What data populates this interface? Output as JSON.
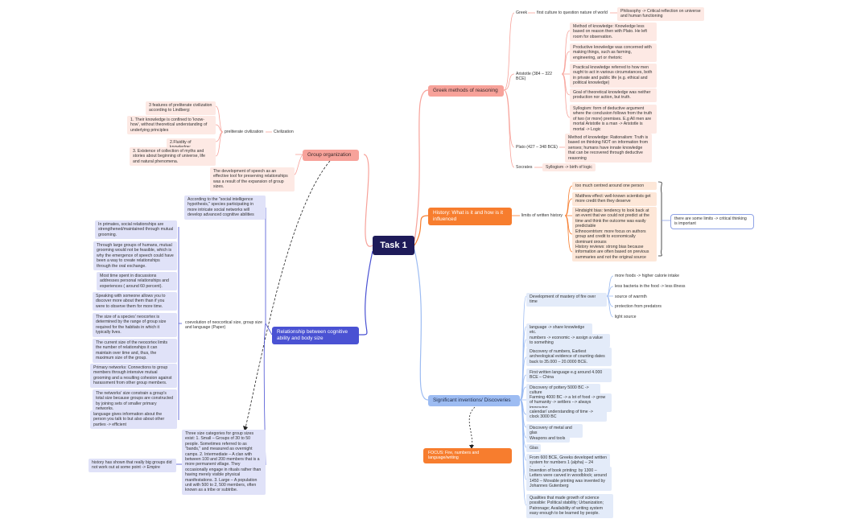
{
  "root": "Task 1",
  "greek": {
    "title": "Greek methods of reasoning",
    "greek_label": "Greek",
    "greek_child": "first culture to question nature of world",
    "greek_leaf": "Philosophy -> Critical reflection on universe and human functioning",
    "aristotle_label": "Aristotle (384 – 322 BCE)",
    "aristotle_items": [
      "Method of knowledge: Knowledge less based on reason then with Plato. He left room for observation.",
      "Productive knowledge was concerned with making things, such as farming, engineering, art or rhetoric",
      "Practical knowledge referred to how men ought to act in various circumstances, both in private and public life (e.g. ethical and political knowledge)",
      "Goal of theoretical knowledge was neither production nor action, but truth.",
      "Syllogism: form of deductive argument where the conclusion follows from the truth of two (or more) premises. E.g All men are mortal Aristotle is a man -> Aristotle is mortal -> Logic"
    ],
    "plato_label": "Plato (427 – 348 BCE)",
    "plato_item": "Method of knowledge: Rationalism: Truth is based on thinking NOT on information from senses; humans have innate knowledge that can be recovered through deductive reasoning",
    "socrates_label": "Socrates",
    "socrates_item": "Syllogism -> birth of logic"
  },
  "history": {
    "title": "History: What is it and how is it influenced",
    "limits_label": "limits of written history",
    "items": [
      "too much centred around one person",
      "Matthew effect: well-known scientists get more credit then they deserve",
      "Hindsight bias: tendency to look back at an event that we could not predict at the time and think the outcome was easily predictable",
      "Ethnocentrism: more focus on authors group and credit to economically dominant groups",
      "History reviews: strong bias because information are often based on previous summaries and not the original source"
    ],
    "note": "there are some limits -> critical thinking is important"
  },
  "inventions": {
    "title": "Significant inventions/ Discoveries",
    "fire_label": "Development of mastery of fire over time",
    "fire_items": [
      "more foods -> higher calorie intake",
      "less bacteria in the food -> less illness",
      "source of warmth",
      "protection from predators",
      "light source"
    ],
    "items": [
      "language -> share knowledge etc.",
      "numbers -> economic -> assign a value to something",
      "Discovery of numbers, Earliest archeological evidence of counting dates back to 35.000 – 20.0000 BCE.",
      "First written language e.g around 4.000 BCE – China",
      "Discovery of pottery  5000 BC -> culture",
      "Farming  4000 BC -> a lot of food -> grow of humanity -> settlers --> always improving",
      "calendar/ understanding of time -> clock 3000 BC",
      "Discovery of metal and glas",
      "Weapons and tools",
      "Glas",
      "From 600 BCE, Greeks developed written system for numbers 1 (alpha) – 24 (omega)",
      "Invention of book printing: by 1300 – Letters were carved in woodblock; around 1450 – Movable printing was invented by Johannes Gutenberg",
      "Qualities that made growth of science possible: Political stability; Urbanization; Patronage; Availability of writing system easy enough to be learned by people."
    ],
    "focus": "FOCUS: Fire, numbers and language/writing"
  },
  "group": {
    "title": "Group organization",
    "civ_label": "Civilization",
    "pre_label": "preliterate civilization",
    "pre_items": [
      "3 features of preliterate civilization according to Lindberg:",
      "1. Their knowledge is confined to 'know-how', without theoretical understanding of underlying principles",
      "2.Fluidity of knowledge;",
      "3. Existence of collection of myths and stories about beginning of universe, life and natural phenomena."
    ],
    "speech": "The development of speech as an effective tool for preserving relationships was a result of the expansion of group sizes."
  },
  "relationship": {
    "title": "Relationship between cognitive ability and body size",
    "social": "According to the \"social intelligence hypothesis,\" species participating in more intricate social networks will develop advanced cognitive abilities",
    "coevo": "coevolution of neocortical size, group size and language (Paper)",
    "items": [
      "In primates, social relationships are strengthened/maintained through mutual grooming.",
      "Through large groups of humans, mutual grooming would not be feasible, which is why the emergence of speech could have been a way to create relationships through the oral exchange.",
      "Most time spent in discussions addresses personal relationships and experiences ( around 60 percent).",
      "Speaking with someone allows you to discover more about them than if you were to observe them for more time.",
      "The size of a species' neocortex is determined by the range of group size required for the habitats in which it typically lives.",
      "The current size of the neocortex limits the number of relationships it can maintain over time and, thus, the maximum size of the group.",
      "Primary networks: Connections to group members through intensive mutual grooming and a resulting cohesion against harassment from other group members.",
      "The networks' size constrain a group's total size because groups are constructed by joining sets of smaller primary networks.",
      "language gives information about the person you talk to but also about other parties -> efficient"
    ],
    "three_sizes": "Three size categories for group sizes exist: 1. Small – Groups of 30 to 50 people. Sometimes referred to as \"bands,\" and measured as overnight camps. 2. Intermediate – A clan with between 100 and 200 members that is a more permanent village. They occasionally engage in rituals rather than having merely visible physical manifestations. 3. Large – A population unit with 500 to 2, 500 members, often known as a tribe or subtribe.",
    "history_note": "history has shown that really big groups did not work out at some point -> Empire"
  },
  "colors": {
    "greek": "#f7a29a",
    "history": "#f77d2e",
    "relationship": "#4a52d3",
    "inventions": "#9dbcf2",
    "root": "#1e1b59"
  }
}
